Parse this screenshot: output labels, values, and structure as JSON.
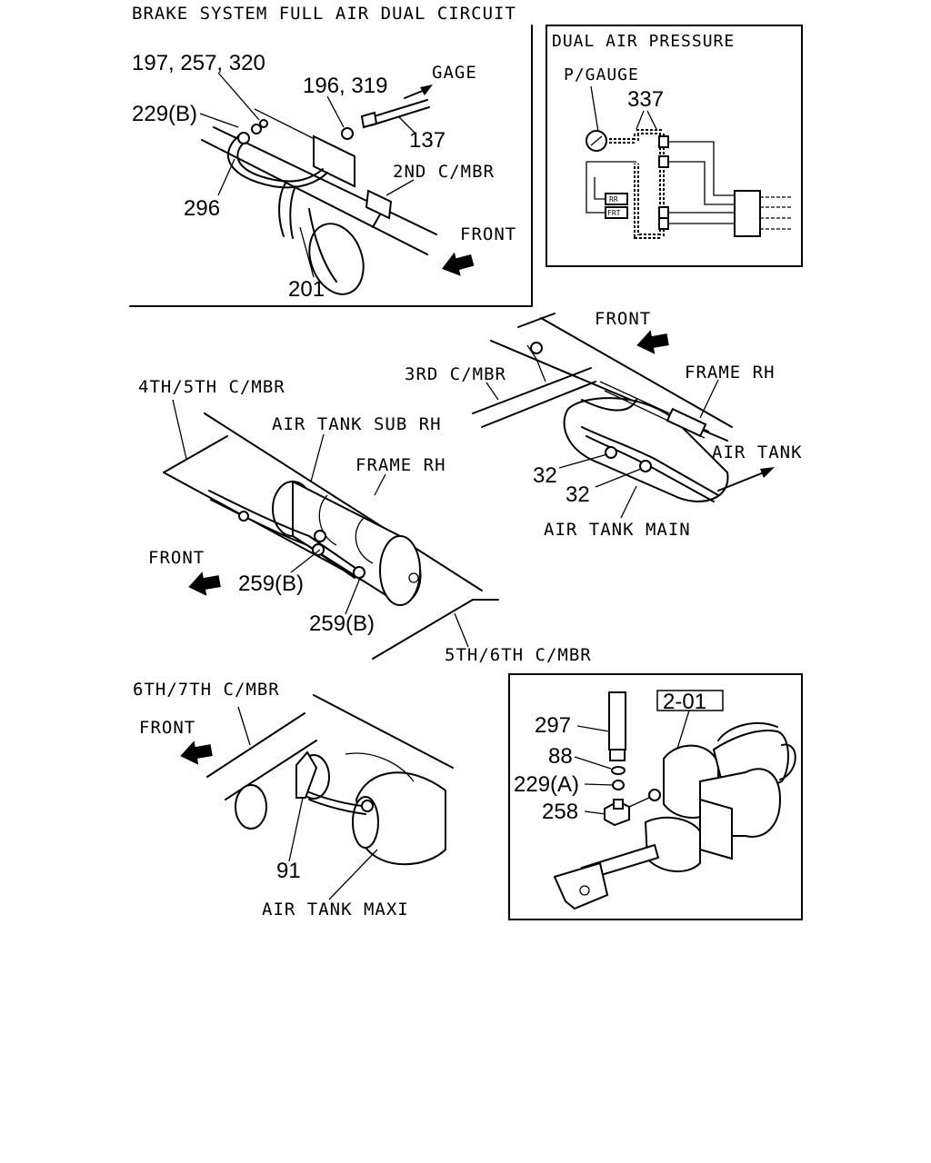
{
  "title": "BRAKE SYSTEM FULL AIR DUAL CIRCUIT",
  "panel1": {
    "labels": {
      "p197": "197, 257, 320",
      "p196": "196, 319",
      "gage": "GAGE",
      "p229b": "229(B)",
      "p137": "137",
      "second_cmbr": "2ND C/MBR",
      "p296": "296",
      "front": "FRONT",
      "p201": "201"
    }
  },
  "inset_dual": {
    "title": "DUAL AIR PRESSURE",
    "p_gauge": "P/GAUGE",
    "p337": "337",
    "rr": "RR",
    "frt": "FRT"
  },
  "panel2": {
    "labels": {
      "front": "FRONT",
      "third_cmbr": "3RD C/MBR",
      "frame_rh": "FRAME RH",
      "air_tank": "AIR TANK",
      "p32a": "32",
      "p32b": "32",
      "air_tank_main": "AIR TANK MAIN"
    }
  },
  "panel3": {
    "labels": {
      "fourth_fifth": "4TH/5TH C/MBR",
      "air_tank_sub": "AIR TANK SUB RH",
      "frame_rh": "FRAME RH",
      "front": "FRONT",
      "p259b1": "259(B)",
      "p259b2": "259(B)",
      "fifth_sixth": "5TH/6TH C/MBR"
    }
  },
  "panel4": {
    "labels": {
      "sixth_seventh": "6TH/7TH C/MBR",
      "front": "FRONT",
      "p91": "91",
      "air_tank_maxi": "AIR TANK MAXI"
    }
  },
  "inset_brake": {
    "ref": "2-01",
    "p297": "297",
    "p88": "88",
    "p229a": "229(A)",
    "p258": "258"
  }
}
